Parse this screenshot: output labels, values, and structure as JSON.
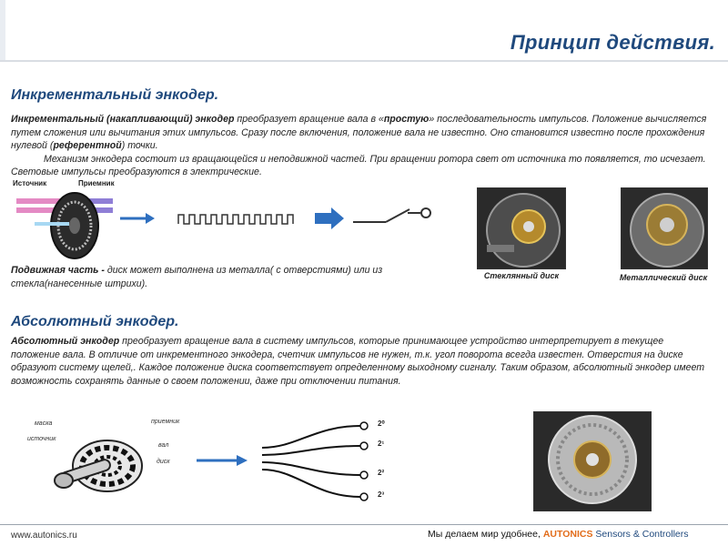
{
  "header": {
    "title": "Принцип действия."
  },
  "incremental": {
    "heading": "Инкрементальный энкодер.",
    "p1_bold": "Инкрементальный (накапливающий) энкодер",
    "p1_a": " преобразует вращение вала в «",
    "p1_simple": "простую",
    "p1_b": "» последовательность импульсов. Положение вычисляется путем сложения или вычитания этих импульсов. Сразу после включения, положение вала не известно. Оно становится известно после прохождения нулевой (",
    "p1_ref": "референтной",
    "p1_c": ") точки.",
    "p2": "Механизм энкодера состоит из вращающейся и неподвижной частей. При вращении ротора свет от источника то появляется, то исчезает. Световые импульсы преобразуются в электрические.",
    "label_source": "Источник",
    "label_receiver": "Приемник",
    "moving_bold": "Подвижная часть -",
    "moving_text": " диск может выполнена из металла( с отверстиями) или из стекла(нанесенные штрихи).",
    "caption_glass": "Стеклянный диск",
    "caption_metal": "Металлический диск"
  },
  "absolute": {
    "heading": "Абсолютный энкодер.",
    "p1_bold": "Абсолютный энкодер",
    "p1_text": " преобразует вращение вала в систему импульсов, которые принимающее устройство интерпретирует в текущее положение вала. В отличие от инкрементного энкодера, счетчик импульсов не нужен, т.к. угол поворота всегда известен. Отверстия на диске образуют систему щелей,. Каждое положение диска соответствует определенному выходному сигналу. Таким образом, абсолютный энкодер имеет возможность сохранять данные о своем положении, даже при отключении питания.",
    "diagram_labels": {
      "mask": "маска",
      "source": "источник",
      "receiver": "приемник",
      "shaft": "вал",
      "disk": "диск"
    },
    "outputs": [
      "2⁰",
      "2¹",
      "2²",
      "2³"
    ]
  },
  "footer": {
    "url": "www.autonics.ru",
    "slogan": "Мы делаем мир удобнее, ",
    "brand": "AUTONICS",
    "tail": " Sensors & Controllers"
  },
  "colors": {
    "heading": "#1f497d",
    "accent": "#e26d1b",
    "arrow": "#2e6fbf"
  }
}
